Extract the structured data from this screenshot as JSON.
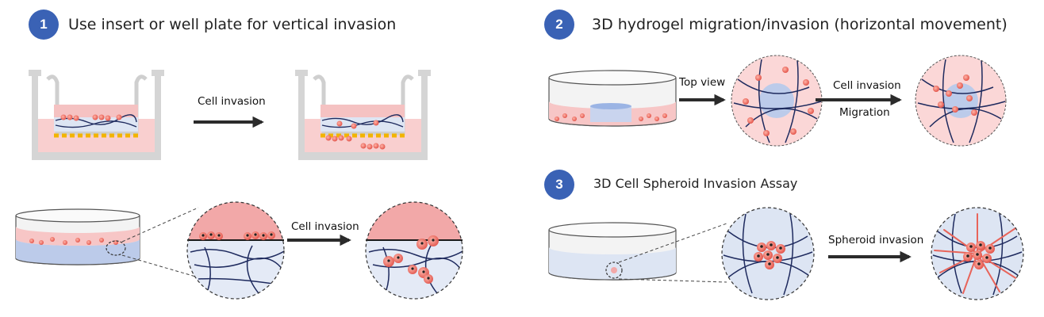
{
  "sections": [
    {
      "number": "1",
      "title": "Use insert or well plate for vertical invasion"
    },
    {
      "number": "2",
      "title": "3D hydrogel migration/invasion (horizontal movement)"
    },
    {
      "number": "3",
      "title": "3D Cell Spheroid Invasion Assay"
    }
  ],
  "labels": {
    "insert_arrow": "Cell invasion",
    "well_arrow": "Cell invasion",
    "top_view": "Top view",
    "hydrogel_arrow_1": "Cell invasion",
    "hydrogel_arrow_2": "Migration",
    "spheroid_arrow": "Spheroid invasion"
  },
  "colors": {
    "badge": "#3a62b5",
    "media_pink": "#f7c6c6",
    "cell_red": "#e8645a",
    "gel_blue": "#d8e2f4",
    "fiber": "#1e2a5e",
    "membrane": "#f2b400",
    "insert_gray": "#d5d5d5"
  }
}
